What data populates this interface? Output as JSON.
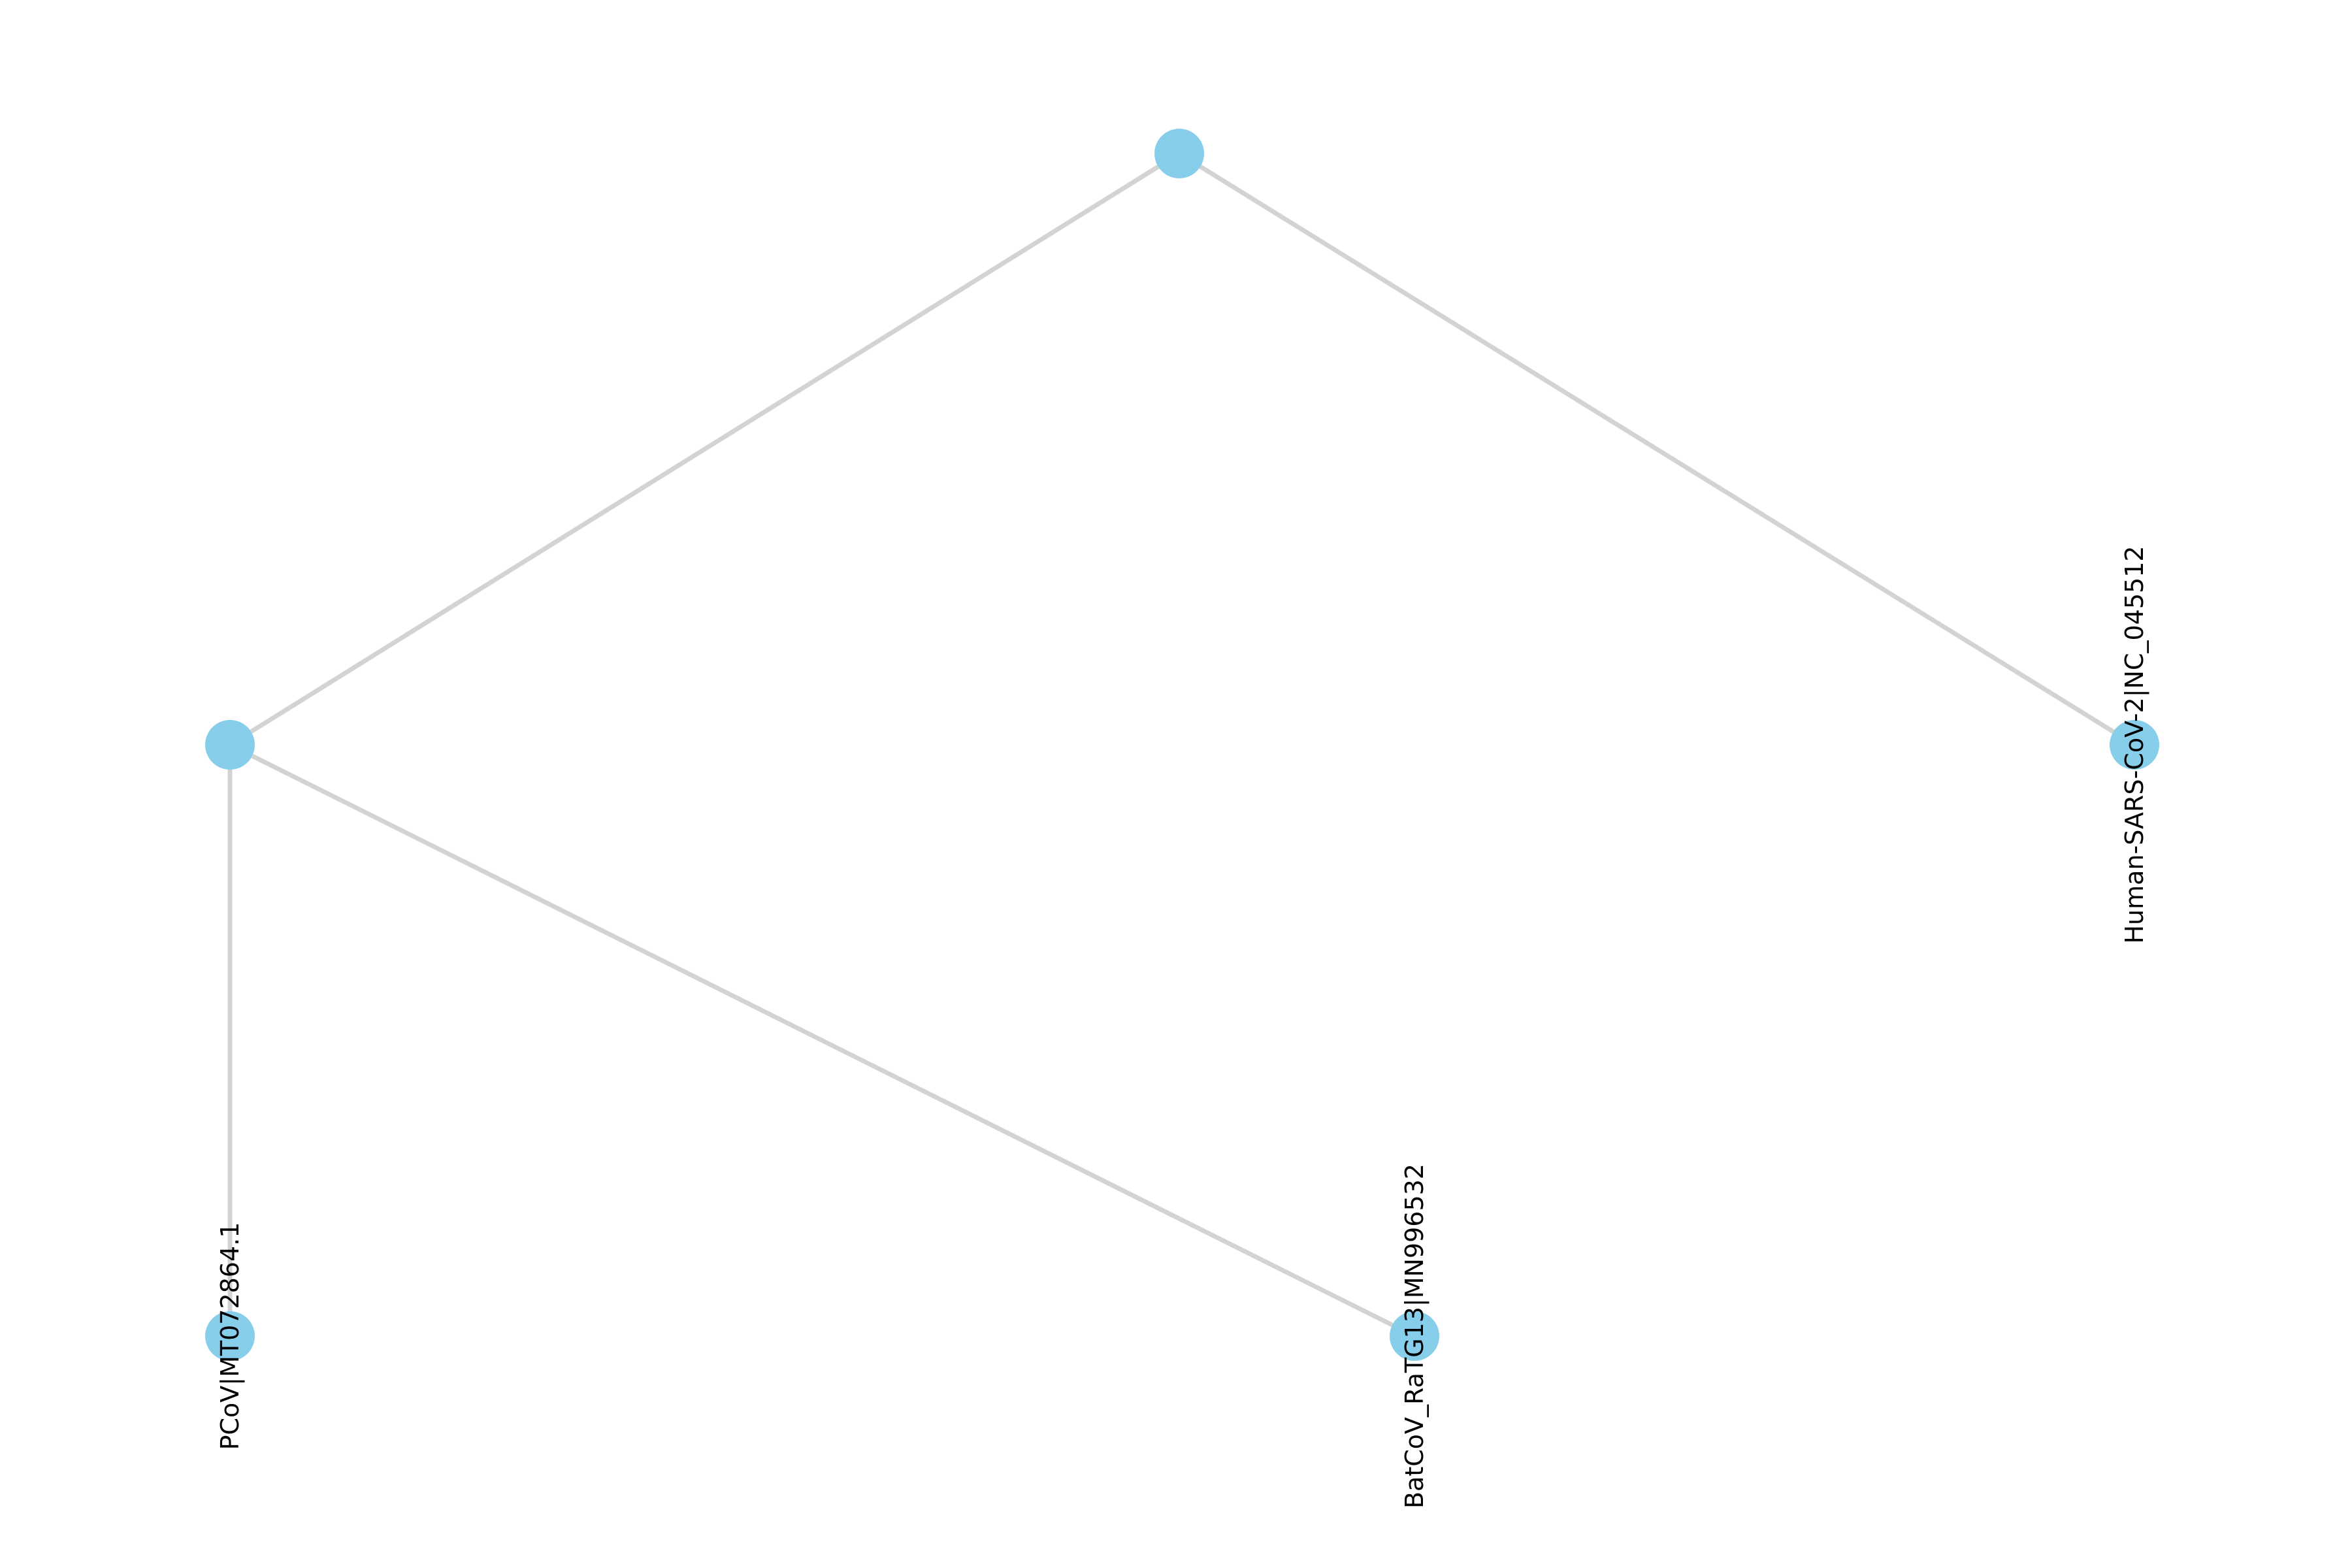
{
  "tree": {
    "nodes": [
      {
        "id": "root",
        "label": ""
      },
      {
        "id": "internal-1",
        "label": ""
      },
      {
        "id": "pcov",
        "label": "PCoV|MT072864.1"
      },
      {
        "id": "batcov",
        "label": "BatCoV_RaTG13|MN996532"
      },
      {
        "id": "human",
        "label": "Human-SARS-CoV-2|NC_045512"
      }
    ],
    "edges": [
      {
        "from": "root",
        "to": "internal-1"
      },
      {
        "from": "root",
        "to": "human"
      },
      {
        "from": "internal-1",
        "to": "pcov"
      },
      {
        "from": "internal-1",
        "to": "batcov"
      }
    ]
  },
  "colors": {
    "node": "#87ceeb",
    "edge": "#d3d3d3",
    "label": "#000000"
  }
}
